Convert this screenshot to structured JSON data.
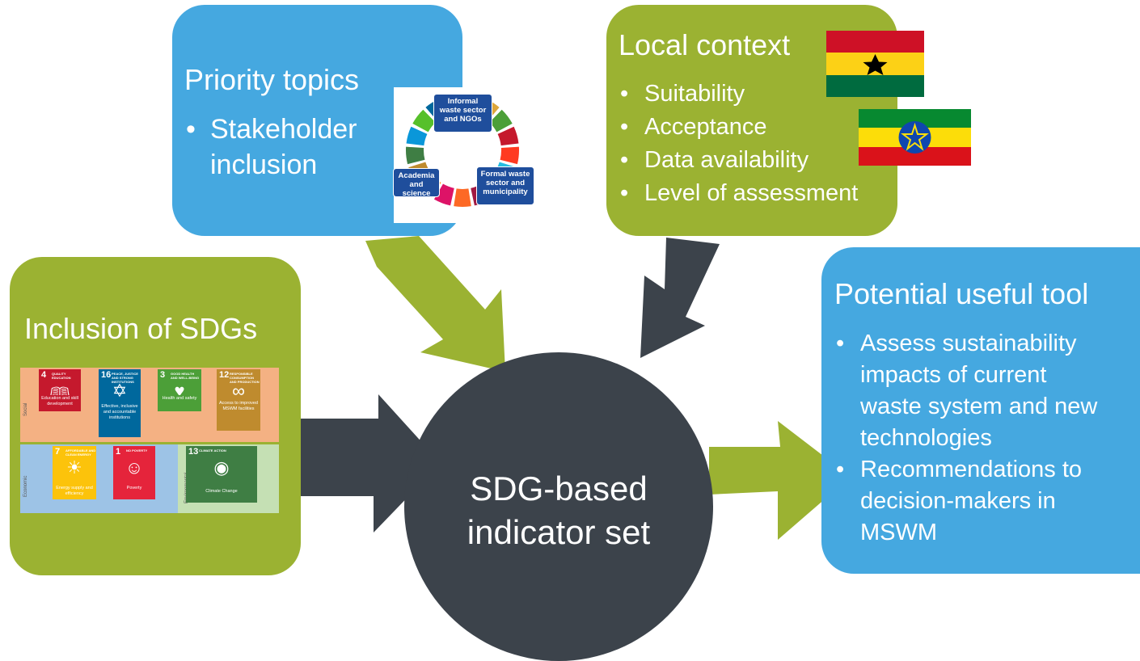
{
  "priority": {
    "title": "Priority topics",
    "bullets": [
      "Stakeholder",
      "inclusion"
    ]
  },
  "stakeholders": {
    "informal": [
      "Informal",
      "waste sector",
      "and NGOs"
    ],
    "academia": [
      "Academia",
      "and science"
    ],
    "formal": [
      "Formal waste",
      "sector and",
      "municipality"
    ]
  },
  "local": {
    "title": "Local context",
    "bullets": [
      "Suitability",
      "Acceptance",
      "Data availability",
      "Level of assessment"
    ],
    "flags": [
      "ghana-flag",
      "ethiopia-flag"
    ]
  },
  "inclusion": {
    "title": "Inclusion of SDGs"
  },
  "sdg_table": {
    "row_labels": [
      "Social",
      "Economic",
      "Environmental"
    ],
    "goals": [
      {
        "num": "4",
        "name": "QUALITY EDUCATION",
        "caption": "Education and skill development",
        "color": "#c5192d",
        "icon": "book-icon"
      },
      {
        "num": "16",
        "name": "PEACE, JUSTICE AND STRONG INSTITUTIONS",
        "caption": "Effective, inclusive and accountable institutions",
        "color": "#00689d",
        "icon": "dove-icon"
      },
      {
        "num": "3",
        "name": "GOOD HEALTH AND WELL-BEING",
        "caption": "Health and safety",
        "color": "#4c9f38",
        "icon": "heartbeat-icon"
      },
      {
        "num": "12",
        "name": "RESPONSIBLE CONSUMPTION AND PRODUCTION",
        "caption": "Access to improved MSWM facilities",
        "color": "#bf8b2e",
        "icon": "infinity-icon"
      },
      {
        "num": "7",
        "name": "AFFORDABLE AND CLEAN ENERGY",
        "caption": "Energy supply and efficiency",
        "color": "#fcc30b",
        "icon": "sun-icon"
      },
      {
        "num": "1",
        "name": "NO POVERTY",
        "caption": "Poverty",
        "color": "#e5243b",
        "icon": "family-icon"
      },
      {
        "num": "13",
        "name": "CLIMATE ACTION",
        "caption": "Climate Change",
        "color": "#3f7e44",
        "icon": "eye-icon"
      }
    ]
  },
  "center": {
    "line1": "SDG-based",
    "line2": "indicator set"
  },
  "potential": {
    "title": "Potential useful tool",
    "bullets": [
      [
        "Assess sustainability",
        "impacts of current",
        "waste system and new",
        "technologies"
      ],
      [
        "Recommendations to",
        "decision-makers in",
        "MSWM"
      ]
    ]
  },
  "colors": {
    "blue": "#45a8e0",
    "green": "#9bb232",
    "dark": "#3c434b"
  }
}
